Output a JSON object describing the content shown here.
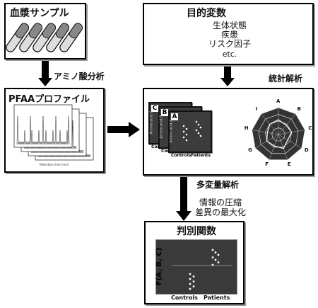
{
  "blood_box": {
    "title": "血漿サンプル"
  },
  "target_box": {
    "title": "目的変数",
    "items": [
      "生体状態",
      "疾患",
      "リスク因子",
      "etc."
    ]
  },
  "arrows": {
    "amino_acid_analysis": "アミノ酸分析",
    "statistical_analysis": "統計解析",
    "multivariate_analysis": "多変量解析",
    "compression_1": "情報の圧縮",
    "compression_2": "差異の最大化"
  },
  "pfaa_box": {
    "title": "PFAAプロファイル",
    "xaxis": "Retention time (min)"
  },
  "stats_panel": {
    "cards": [
      {
        "letter": "C",
        "ylabel": "Amino acid C",
        "x1": "Controls",
        "x2": "Patients"
      },
      {
        "letter": "B",
        "ylabel": "Amino acid B",
        "x1": "Controls",
        "x2": "Patients"
      },
      {
        "letter": "A",
        "ylabel": "Amino acid A",
        "x1": "Controls",
        "x2": "Patients"
      }
    ],
    "radar_labels": [
      "A",
      "B",
      "C",
      "D",
      "E",
      "F",
      "G",
      "H",
      "I"
    ]
  },
  "discriminant_box": {
    "title": "判別関数",
    "ylabel": "F(A, B, C)",
    "x1": "Controls",
    "x2": "Patients"
  }
}
